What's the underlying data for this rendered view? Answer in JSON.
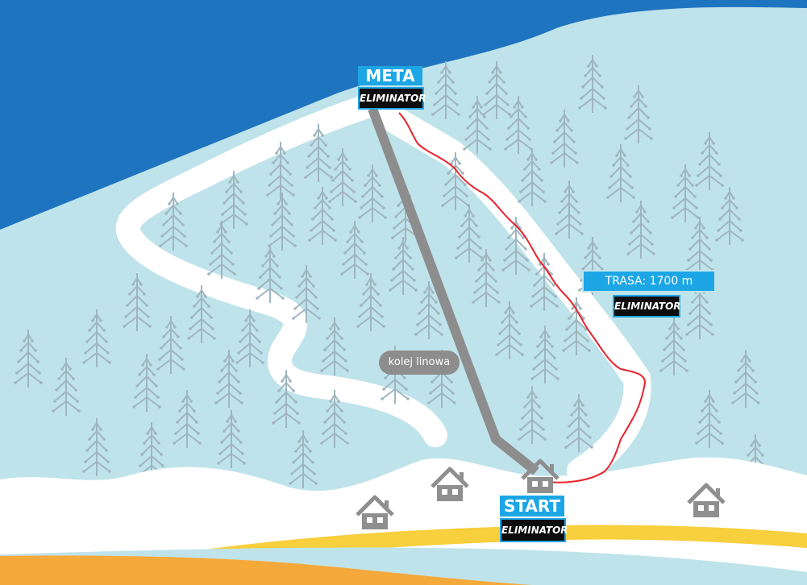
{
  "labels": {
    "meta": "META",
    "meta_brand": "ELIMINATOR",
    "start": "START",
    "start_brand": "ELIMINATOR",
    "route": "TRASA: 1700 m",
    "route_brand": "ELIMINATOR",
    "cable_car": "kolej linowa"
  },
  "colors": {
    "sky": "#1f74c0",
    "snow_field": "#bfe3ea",
    "piste": "#ffffff",
    "tree": "#9fb6bf",
    "cable": "#8d8d8d",
    "route": "#e8222c",
    "road_yellow": "#f8cf3c",
    "road_orange": "#f6a93b",
    "tag_blue": "#1da6e6",
    "tag_dark": "#0d0d0d"
  },
  "icons": [
    "tree-icon",
    "house-icon",
    "lift-station-icon"
  ]
}
